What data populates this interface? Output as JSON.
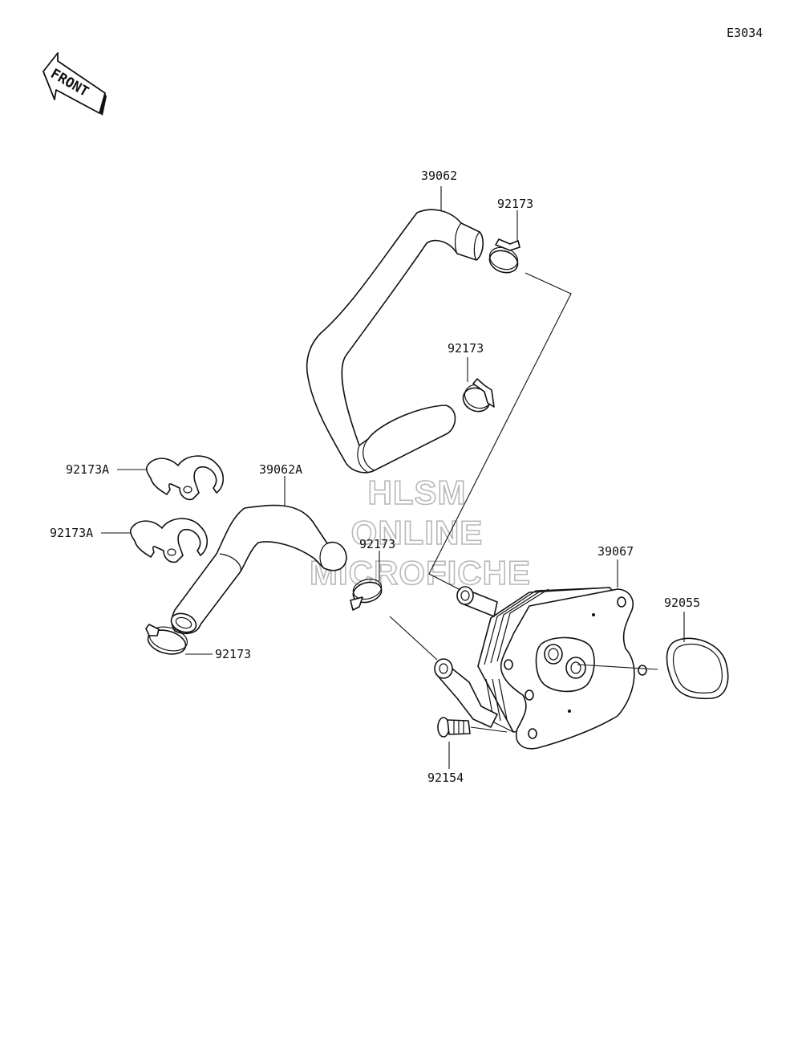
{
  "diagram_code": "E3034",
  "front_label": "FRONT",
  "watermark": {
    "line1": "HLSM",
    "line2": "ONLINE",
    "line3": "MICROFICHE"
  },
  "labels": {
    "hose_upper": "39062",
    "clamp_upper_right": "92173",
    "clamp_upper_mid": "92173",
    "clip_a_1": "92173A",
    "clip_a_2": "92173A",
    "hose_lower": "39062A",
    "clamp_lower_mid": "92173",
    "clamp_lower_left": "92173",
    "oil_cooler": "39067",
    "o_ring": "92055",
    "bolt": "92154"
  }
}
